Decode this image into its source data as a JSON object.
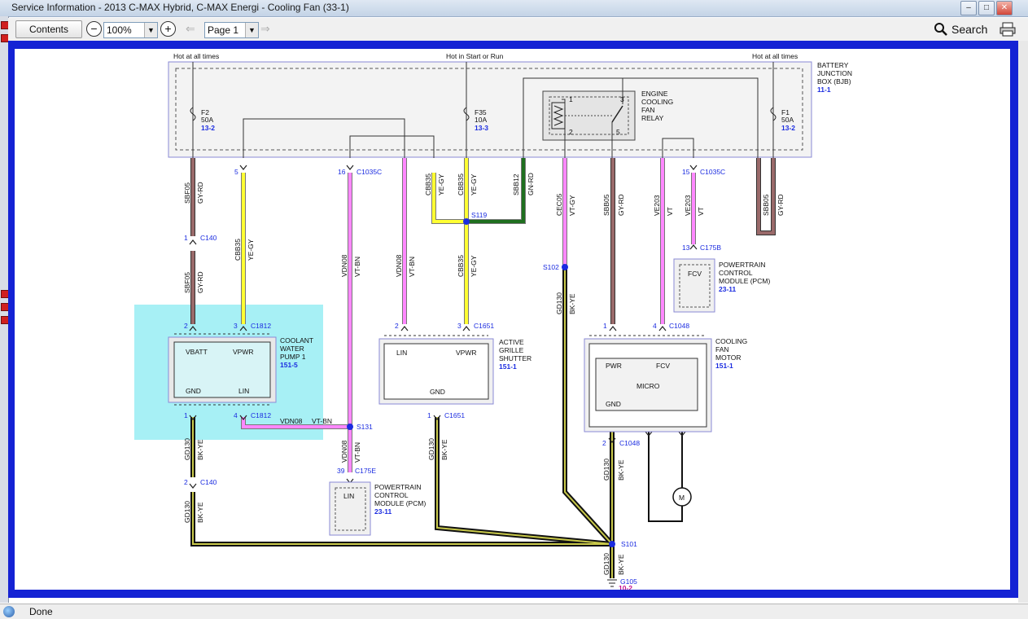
{
  "window": {
    "title": "Service Information - 2013 C-MAX Hybrid, C-MAX Energi - Cooling Fan (33-1)"
  },
  "toolbar": {
    "contents_label": "Contents",
    "zoom_value": "100%",
    "page_value": "Page 1",
    "search_label": "Search"
  },
  "status": {
    "text": "Done"
  },
  "diagram": {
    "top_labels": {
      "hot_left": "Hot at all times",
      "hot_start": "Hot in Start or Run",
      "hot_right": "Hot at all times"
    },
    "bjb": {
      "l1": "BATTERY",
      "l2": "JUNCTION",
      "l3": "BOX (BJB)",
      "ref": "11-1"
    },
    "relay": {
      "l1": "ENGINE",
      "l2": "COOLING",
      "l3": "FAN",
      "l4": "RELAY",
      "p1": "1",
      "p2": "2",
      "p3": "3",
      "p5": "5"
    },
    "fuses": [
      {
        "name": "F2",
        "rating": "50A",
        "ref": "13-2"
      },
      {
        "name": "F35",
        "rating": "10A",
        "ref": "13-3"
      },
      {
        "name": "F1",
        "rating": "50A",
        "ref": "13-2"
      }
    ],
    "pins": {
      "p5": "5",
      "p16": "16",
      "c1035c_a": "C1035C",
      "p15": "15",
      "c1035c_b": "C1035C",
      "p1_c140": "1",
      "c140_a": "C140",
      "p13": "13",
      "c175b": "C175B",
      "p2_c1812": "2",
      "p3_c1812": "3",
      "c1812_a": "C1812",
      "p2_c1651": "2",
      "p3_c1651": "3",
      "c1651_a": "C1651",
      "p1_c1048": "1",
      "p4_c1048": "4",
      "c1048_a": "C1048",
      "p1_c1812b": "1",
      "p4_c1812b": "4",
      "c1812_b": "C1812",
      "p1_c1651b": "1",
      "c1651_b": "C1651",
      "p2_c1048b": "2",
      "c1048_b": "C1048",
      "p2_c140b": "2",
      "c140_b": "C140",
      "p39": "39",
      "c175e": "C175E"
    },
    "splices": {
      "s119": "S119",
      "s102": "S102",
      "s131": "S131",
      "s101": "S101"
    },
    "ground": {
      "name": "G105",
      "ref": "10-2"
    },
    "wires": {
      "sbf05": "SBF05",
      "gyrd": "GY-RD",
      "cbb35": "CBB35",
      "yegy": "YE-GY",
      "vdn08": "VDN08",
      "vtbn": "VT-BN",
      "sbb12": "SBB12",
      "gnrd": "GN-RD",
      "cec05": "CEC05",
      "vtgy": "VT-GY",
      "sbb05": "SBB05",
      "ve203": "VE203",
      "vt": "VT",
      "gd130": "GD130",
      "bkye": "BK-YE"
    },
    "pump": {
      "l1": "COOLANT",
      "l2": "WATER",
      "l3": "PUMP 1",
      "ref": "151-5",
      "vbatt": "VBATT",
      "vpwr": "VPWR",
      "gnd": "GND",
      "lin": "LIN"
    },
    "shutter": {
      "l1": "ACTIVE",
      "l2": "GRILLE",
      "l3": "SHUTTER",
      "ref": "151-1",
      "lin": "LIN",
      "vpwr": "VPWR",
      "gnd": "GND"
    },
    "fanmotor": {
      "l1": "COOLING",
      "l2": "FAN",
      "l3": "MOTOR",
      "ref": "151-1",
      "pwr": "PWR",
      "fcv": "FCV",
      "micro": "MICRO",
      "gnd": "GND",
      "m": "M"
    },
    "pcm_top": {
      "l1": "POWERTRAIN",
      "l2": "CONTROL",
      "l3": "MODULE (PCM)",
      "ref": "23-11",
      "fcv": "FCV"
    },
    "pcm_bottom": {
      "l1": "POWERTRAIN",
      "l2": "CONTROL",
      "l3": "MODULE (PCM)",
      "ref": "23-11",
      "lin": "LIN"
    }
  },
  "colors": {
    "frame": "#1422d4",
    "highlight": "#a7f0f5",
    "wire_gyrd": "#9a6a6a",
    "wire_yegy": "#ffff33",
    "wire_vt": "#ff88ff",
    "wire_gnrd": "#1f6f1f",
    "wire_bkye": "#2a2a10",
    "ref_text": "#1a2be0",
    "ground_ref": "#c01090"
  }
}
